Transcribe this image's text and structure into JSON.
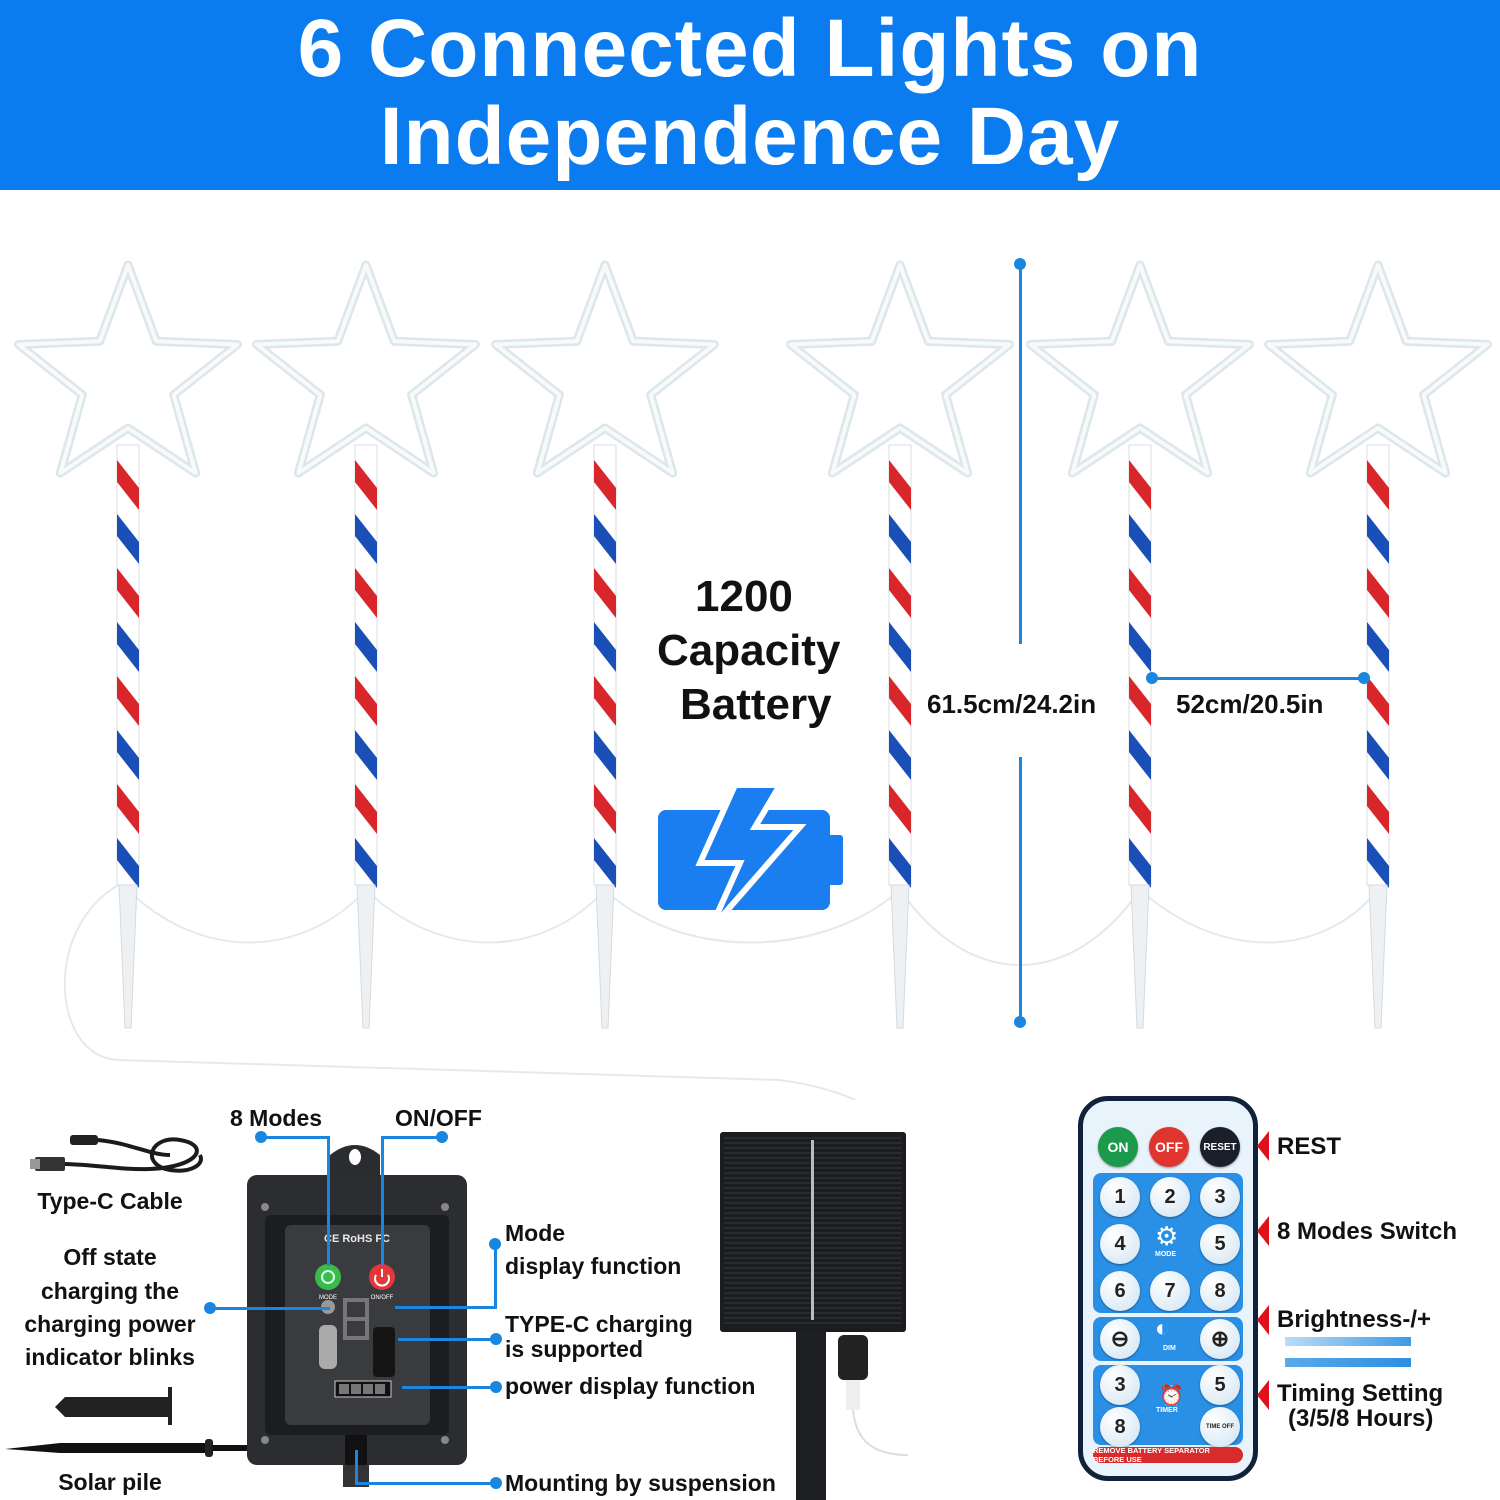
{
  "header": {
    "line1": "6 Connected Lights on",
    "line2": "Independence Day",
    "background_color": "#0b7cf0"
  },
  "product": {
    "light_count": 6,
    "stripe_colors": [
      "#d8262b",
      "#ffffff",
      "#1a4fb8"
    ],
    "star_color": "#f2f6f8"
  },
  "battery": {
    "line1": "1200",
    "line2": "Capacity",
    "line3": "Battery",
    "icon": "battery-charging-icon",
    "icon_color": "#1a7ef0"
  },
  "measurements": {
    "height": "61.5cm/24.2in",
    "spacing": "52cm/20.5in",
    "line_color": "#1a86e0"
  },
  "accessories": {
    "cable_label": "Type-C Cable",
    "off_state_label": [
      "Off state",
      "charging the",
      "charging power",
      "indicator blinks"
    ],
    "pile_label": "Solar pile"
  },
  "controller": {
    "certs": "CE RoHS FC",
    "mode_button": "MODE",
    "power_button": "ON/OFF",
    "callouts": {
      "modes": "8 Modes",
      "onoff": "ON/OFF",
      "mode_display_1": "Mode",
      "mode_display_2": "display function",
      "typec_1": "TYPE-C charging",
      "typec_2": "is supported",
      "power_display": "power display function",
      "mounting": "Mounting by suspension"
    }
  },
  "remote": {
    "top_buttons": [
      {
        "label": "ON",
        "color": "#1a9a4a"
      },
      {
        "label": "OFF",
        "color": "#e0342f"
      },
      {
        "label": "RESET",
        "color": "#1a1f2b"
      }
    ],
    "mode_buttons": [
      "1",
      "2",
      "3",
      "4",
      "5",
      "6",
      "7",
      "8"
    ],
    "mode_label": "MODE",
    "dim_label": "DIM",
    "timer_buttons": [
      "3",
      "5",
      "8",
      "TIME OFF"
    ],
    "timer_label": "TIMER",
    "warning": "REMOVE BATTERY SEPARATOR BEFORE USE",
    "callouts": {
      "reset": "REST",
      "modes": "8 Modes Switch",
      "brightness": "Brightness-/+",
      "timing_1": "Timing Setting",
      "timing_2": "(3/5/8 Hours)"
    }
  }
}
